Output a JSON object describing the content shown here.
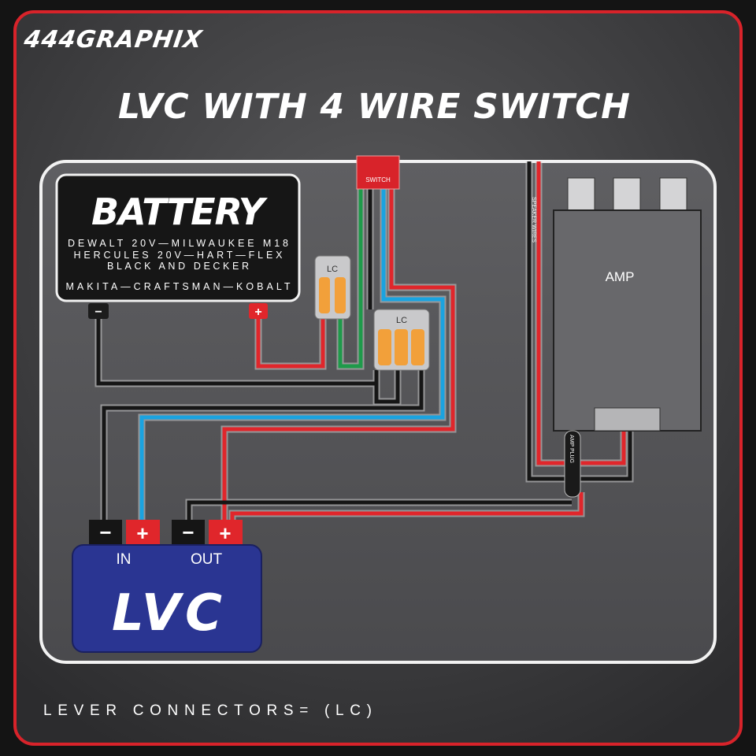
{
  "brand": "444GRAPHIX",
  "title": "LVC WITH 4 WIRE SWITCH",
  "battery": {
    "title": "BATTERY",
    "lines": [
      "DEWALT 20V—MILWAUKEE M18",
      "HERCULES 20V—HART—FLEX",
      "BLACK AND DECKER",
      "MAKITA—CRAFTSMAN—KOBALT"
    ],
    "neg": "−",
    "pos": "+"
  },
  "switch_label": "SWITCH",
  "lc1_label": "LC",
  "lc2_label": "LC",
  "amp": {
    "label": "AMP",
    "speaker_wires": "SPEAKER WIRES",
    "plug": "AMP PLUG"
  },
  "lvc": {
    "label": "LVC",
    "in": "IN",
    "out": "OUT",
    "neg": "−",
    "pos": "+"
  },
  "footer": "LEVER CONNECTORS= (LC)",
  "colors": {
    "red": "#e0262b",
    "blue": "#1aa3e0",
    "green": "#1e9a4a",
    "black": "#161616",
    "orange": "#f2a03a",
    "lvc_blue": "#2a3592"
  }
}
